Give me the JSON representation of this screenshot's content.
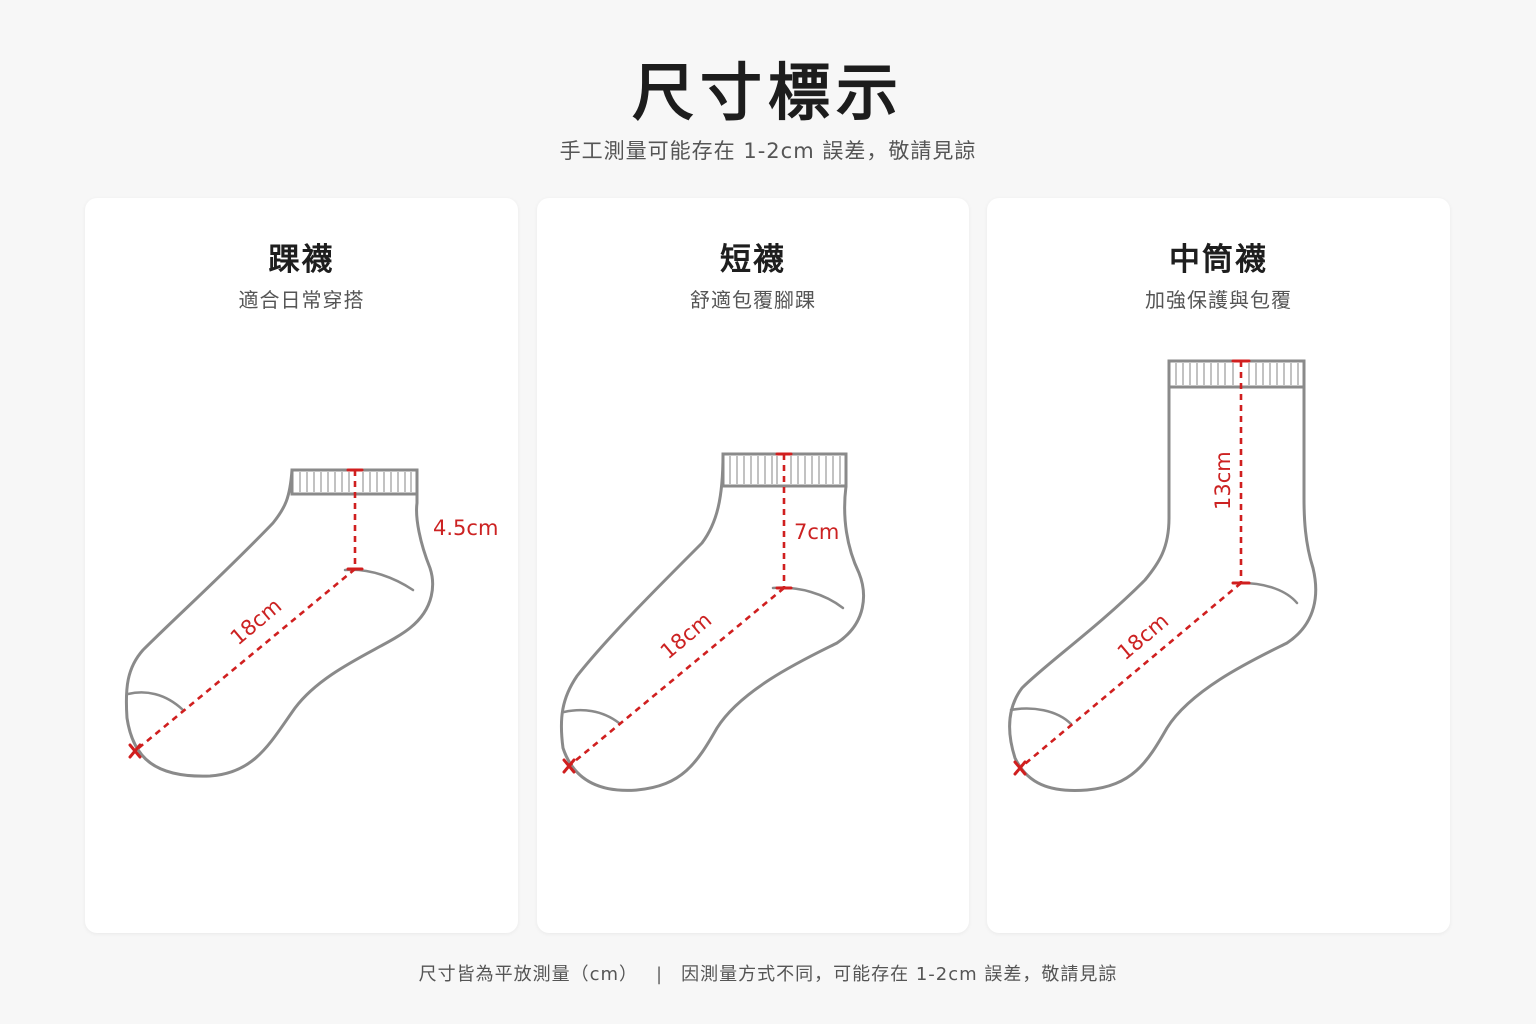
{
  "header": {
    "title": "尺寸標示",
    "subtitle": "手工測量可能存在 1-2cm 誤差，敬請見諒"
  },
  "cards": [
    {
      "title": "踝襪",
      "description": "適合日常穿搭",
      "measurements": {
        "foot_length": "18cm",
        "cuff_height": "4.5cm"
      }
    },
    {
      "title": "短襪",
      "description": "舒適包覆腳踝",
      "measurements": {
        "foot_length": "18cm",
        "cuff_height": "7cm"
      }
    },
    {
      "title": "中筒襪",
      "description": "加強保護與包覆",
      "measurements": {
        "foot_length": "18cm",
        "cuff_height": "13cm"
      }
    }
  ],
  "footer": {
    "note_left": "尺寸皆為平放測量（cm）",
    "separator": "|",
    "note_right": "因測量方式不同，可能存在 1-2cm 誤差，敬請見諒"
  },
  "colors": {
    "measure_line": "#d01f1f",
    "sock_outline": "#8a8a8a",
    "background": "#f7f7f7",
    "card": "#ffffff"
  }
}
